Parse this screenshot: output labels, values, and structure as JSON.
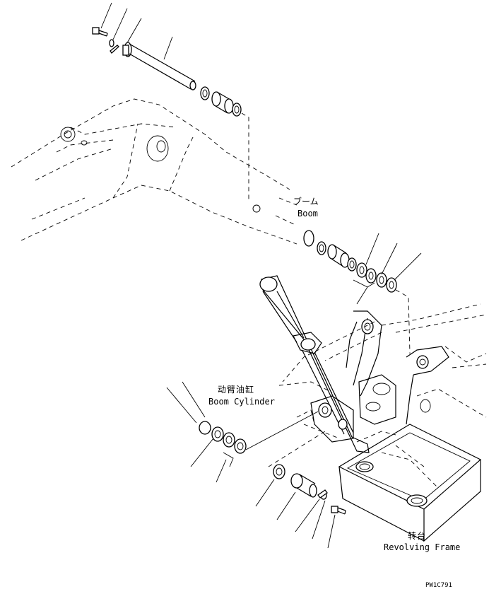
{
  "labels": {
    "boom_jp": "ブーム",
    "boom_en": "Boom",
    "boom_cyl_cn": "动臂油缸",
    "boom_cyl_en": "Boom Cylinder",
    "frame_cn": "转台",
    "frame_en": "Revolving Frame",
    "drawing_code": "PW1C791"
  }
}
